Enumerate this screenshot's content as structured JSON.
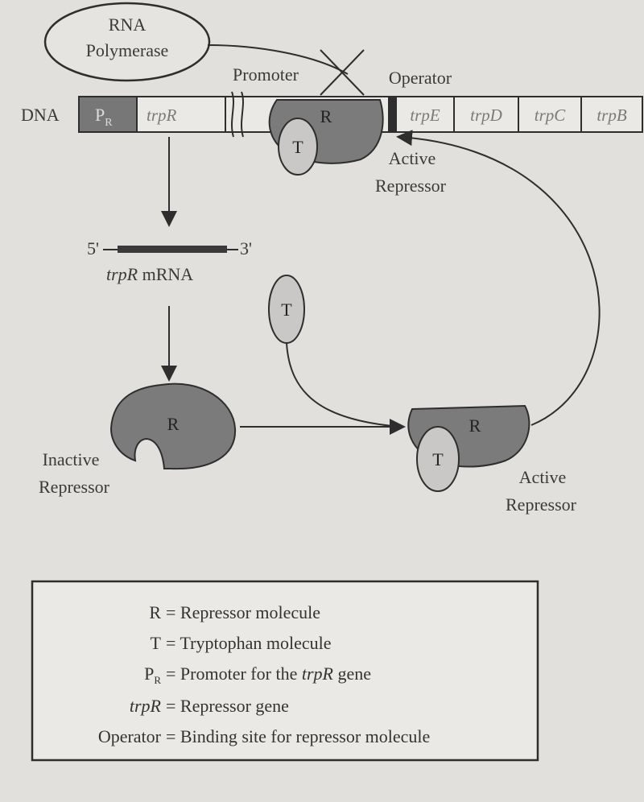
{
  "rna_polymerase": {
    "line1": "RNA",
    "line2": "Polymerase"
  },
  "dna": {
    "label": "DNA",
    "promoter_box": "P",
    "promoter_sub": "R",
    "trpR_box": "trpR",
    "segments": [
      "trpE",
      "trpD",
      "trpC",
      "trpB"
    ]
  },
  "labels": {
    "promoter": "Promoter",
    "operator": "Operator",
    "active_repressor_top": [
      "Active",
      "Repressor"
    ],
    "active_repressor_bottom": [
      "Active",
      "Repressor"
    ],
    "inactive_repressor": [
      "Inactive",
      "Repressor"
    ]
  },
  "mrna": {
    "five_prime": "5'",
    "three_prime": "3'",
    "gene": "trpR",
    "suffix": " mRNA"
  },
  "molecules": {
    "repressor": "R",
    "tryptophan": "T"
  },
  "key": [
    {
      "term": "R",
      "sub": "",
      "italic": false,
      "definition": "Repressor molecule"
    },
    {
      "term": "T",
      "sub": "",
      "italic": false,
      "definition": "Tryptophan molecule"
    },
    {
      "term": "P",
      "sub": "R",
      "italic": false,
      "definition": "Promoter for the",
      "def_italic": "trpR",
      "def_tail": " gene"
    },
    {
      "term": "trpR",
      "sub": "",
      "italic": true,
      "definition": "Repressor gene"
    },
    {
      "term": "Operator",
      "sub": "",
      "italic": false,
      "definition": "Binding site for repressor molecule"
    }
  ],
  "colors": {
    "background": "#e2e0dd",
    "repressor_fill": "#7b7b7b",
    "tryptophan_fill": "#c9c8c6",
    "promoter_box_fill": "#777777",
    "line": "#2e2e2e"
  }
}
